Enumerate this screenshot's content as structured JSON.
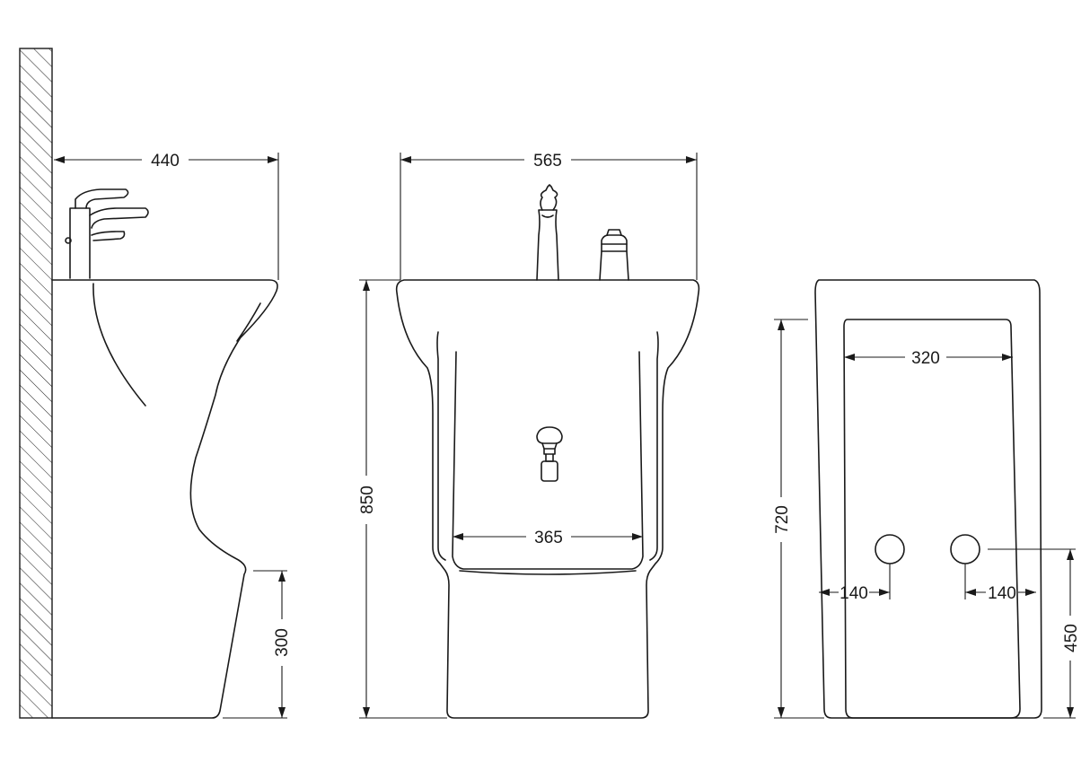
{
  "drawing": {
    "side_view": {
      "width_label": "440",
      "height_label": "300"
    },
    "front_view": {
      "width_label": "565",
      "height_label": "850",
      "inner_width_label": "365"
    },
    "rear_view": {
      "inner_width_label": "320",
      "height_label": "720",
      "left_offset_label": "140",
      "right_offset_label": "140",
      "hole_height_label": "450"
    }
  }
}
